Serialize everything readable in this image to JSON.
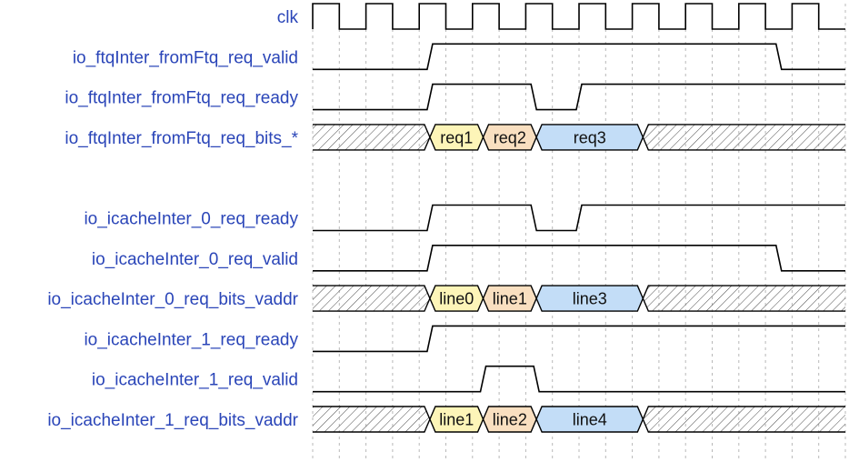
{
  "clock_periods": 10,
  "grid_cycles": 10,
  "colors": {
    "label": "#2a45b8",
    "yellow": "#fdf5b8",
    "orange": "#f9dfc0",
    "blue": "#c3ddf7",
    "hatch": "#4a4a4a"
  },
  "signals": [
    {
      "label": "clk",
      "type": "clock"
    },
    {
      "label": "io_ftqInter_fromFtq_req_valid",
      "type": "wave",
      "init": 0,
      "transitions": [
        2.2,
        8.75
      ]
    },
    {
      "label": "io_ftqInter_fromFtq_req_ready",
      "type": "wave",
      "init": 0,
      "transitions": [
        2.2,
        4.15,
        5.0
      ]
    },
    {
      "label": "io_ftqInter_fromFtq_req_bits_*",
      "type": "bus",
      "segments": [
        {
          "start": 0,
          "end": 2.2,
          "hatch": true
        },
        {
          "start": 2.2,
          "end": 3.2,
          "text": "req1",
          "color": "yellow"
        },
        {
          "start": 3.2,
          "end": 4.2,
          "text": "req2",
          "color": "orange"
        },
        {
          "start": 4.2,
          "end": 6.2,
          "text": "req3",
          "color": "blue"
        },
        {
          "start": 6.2,
          "end": 10,
          "hatch": true
        }
      ]
    },
    {
      "label": "",
      "type": "gap"
    },
    {
      "label": "io_icacheInter_0_req_ready",
      "type": "wave",
      "init": 0,
      "transitions": [
        2.2,
        4.15,
        5.0
      ]
    },
    {
      "label": "io_icacheInter_0_req_valid",
      "type": "wave",
      "init": 0,
      "transitions": [
        2.2,
        8.75
      ]
    },
    {
      "label": "io_icacheInter_0_req_bits_vaddr",
      "type": "bus",
      "segments": [
        {
          "start": 0,
          "end": 2.2,
          "hatch": true
        },
        {
          "start": 2.2,
          "end": 3.2,
          "text": "line0",
          "color": "yellow"
        },
        {
          "start": 3.2,
          "end": 4.2,
          "text": "line1",
          "color": "orange"
        },
        {
          "start": 4.2,
          "end": 6.2,
          "text": "line3",
          "color": "blue"
        },
        {
          "start": 6.2,
          "end": 10,
          "hatch": true
        }
      ]
    },
    {
      "label": "io_icacheInter_1_req_ready",
      "type": "wave",
      "init": 0,
      "transitions": [
        2.2
      ]
    },
    {
      "label": "io_icacheInter_1_req_valid",
      "type": "wave",
      "init": 0,
      "transitions": [
        3.2,
        4.2
      ]
    },
    {
      "label": "io_icacheInter_1_req_bits_vaddr",
      "type": "bus",
      "segments": [
        {
          "start": 0,
          "end": 2.2,
          "hatch": true
        },
        {
          "start": 2.2,
          "end": 3.2,
          "text": "line1",
          "color": "yellow"
        },
        {
          "start": 3.2,
          "end": 4.2,
          "text": "line2",
          "color": "orange"
        },
        {
          "start": 4.2,
          "end": 6.2,
          "text": "line4",
          "color": "blue"
        },
        {
          "start": 6.2,
          "end": 10,
          "hatch": true
        }
      ]
    }
  ]
}
